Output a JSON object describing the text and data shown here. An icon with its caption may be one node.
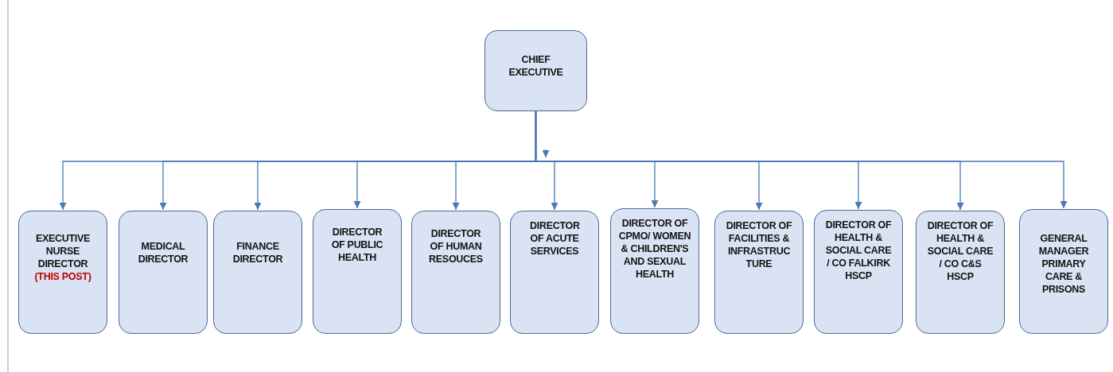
{
  "diagram": {
    "nodes": [
      {
        "text": [
          "CHIEF EXECUTIVE"
        ]
      },
      {
        "text": [
          "EXECUTIVE NURSE DIRECTOR",
          "(THIS POST)"
        ]
      },
      {
        "text": [
          "MEDICAL DIRECTOR"
        ]
      },
      {
        "text": [
          "FINANCE DIRECTOR"
        ]
      },
      {
        "text": [
          "DIRECTOR OF PUBLIC HEALTH"
        ]
      },
      {
        "text": [
          "DIRECTOR OF HUMAN RESOUCES"
        ]
      },
      {
        "text": [
          "DIRECTOR OF ACUTE SERVICES"
        ]
      },
      {
        "text": [
          "DIRECTOR OF CPMO/ WOMEN & CHILDREN'S AND SEXUAL HEALTH"
        ]
      },
      {
        "text": [
          "DIRECTOR OF FACILITIES & INFRASTRUC TURE"
        ]
      },
      {
        "text": [
          "DIRECTOR OF HEALTH & SOCIAL CARE / CO FALKIRK HSCP"
        ]
      },
      {
        "text": [
          "DIRECTOR OF HEALTH & SOCIAL CARE / CO C&S HSCP"
        ]
      },
      {
        "text": [
          "GENERAL MANAGER PRIMARY CARE & PRISONS"
        ]
      }
    ],
    "edges": [
      {
        "from": 0,
        "to": 1,
        "arrow": "to"
      },
      {
        "from": 0,
        "to": 2,
        "arrow": "to"
      },
      {
        "from": 0,
        "to": 3,
        "arrow": "to"
      },
      {
        "from": 0,
        "to": 4,
        "arrow": "to"
      },
      {
        "from": 0,
        "to": 5,
        "arrow": "to"
      },
      {
        "from": 0,
        "to": 6,
        "arrow": "to"
      },
      {
        "from": 0,
        "to": 7,
        "arrow": "to"
      },
      {
        "from": 0,
        "to": 8,
        "arrow": "to"
      },
      {
        "from": 0,
        "to": 9,
        "arrow": "to"
      },
      {
        "from": 0,
        "to": 10,
        "arrow": "to"
      },
      {
        "from": 0,
        "to": 11,
        "arrow": "to"
      }
    ]
  }
}
